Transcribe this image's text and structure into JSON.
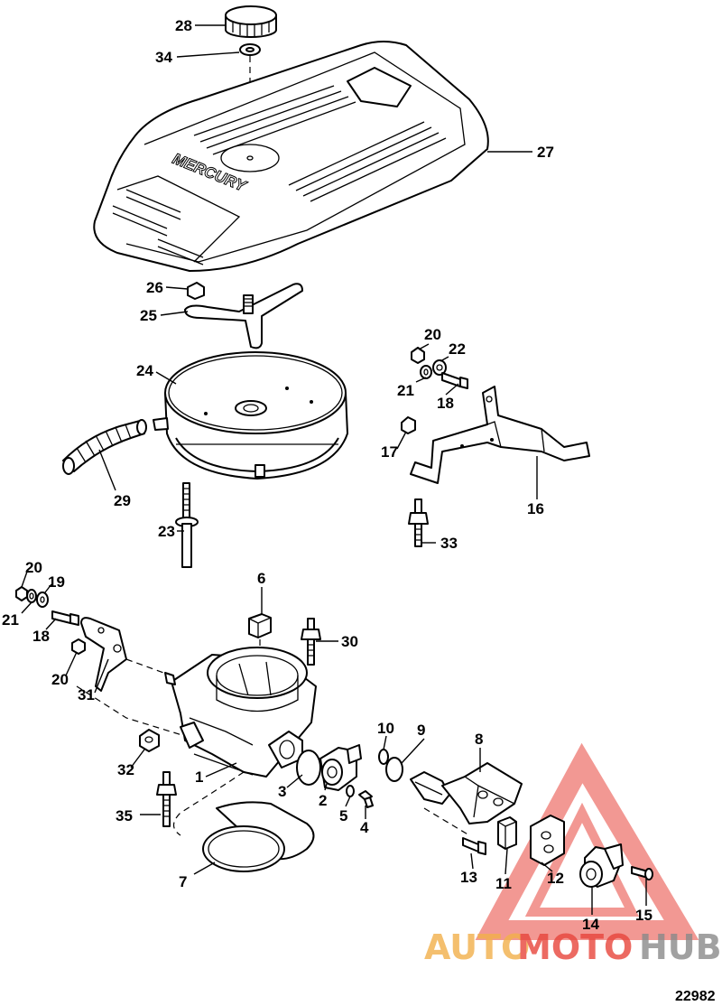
{
  "figure_number": "22982",
  "watermark": {
    "part1": "AUTO",
    "part2": "MOTO",
    "part3": "HUB",
    "colors": {
      "auto": "#f2b04a",
      "moto": "#e8453c",
      "hub": "#8a8a8a",
      "triangle": "#e8453c"
    }
  },
  "parts": [
    {
      "id": "28"
    },
    {
      "id": "34"
    },
    {
      "id": "27"
    },
    {
      "id": "26"
    },
    {
      "id": "25"
    },
    {
      "id": "20"
    },
    {
      "id": "22"
    },
    {
      "id": "21"
    },
    {
      "id": "18"
    },
    {
      "id": "24"
    },
    {
      "id": "17"
    },
    {
      "id": "29"
    },
    {
      "id": "16"
    },
    {
      "id": "23"
    },
    {
      "id": "33"
    },
    {
      "id": "20"
    },
    {
      "id": "19"
    },
    {
      "id": "21"
    },
    {
      "id": "18"
    },
    {
      "id": "6"
    },
    {
      "id": "30"
    },
    {
      "id": "20"
    },
    {
      "id": "31"
    },
    {
      "id": "10"
    },
    {
      "id": "9"
    },
    {
      "id": "8"
    },
    {
      "id": "32"
    },
    {
      "id": "1"
    },
    {
      "id": "3"
    },
    {
      "id": "2"
    },
    {
      "id": "5"
    },
    {
      "id": "4"
    },
    {
      "id": "35"
    },
    {
      "id": "7"
    },
    {
      "id": "13"
    },
    {
      "id": "11"
    },
    {
      "id": "12"
    },
    {
      "id": "14"
    },
    {
      "id": "15"
    }
  ]
}
